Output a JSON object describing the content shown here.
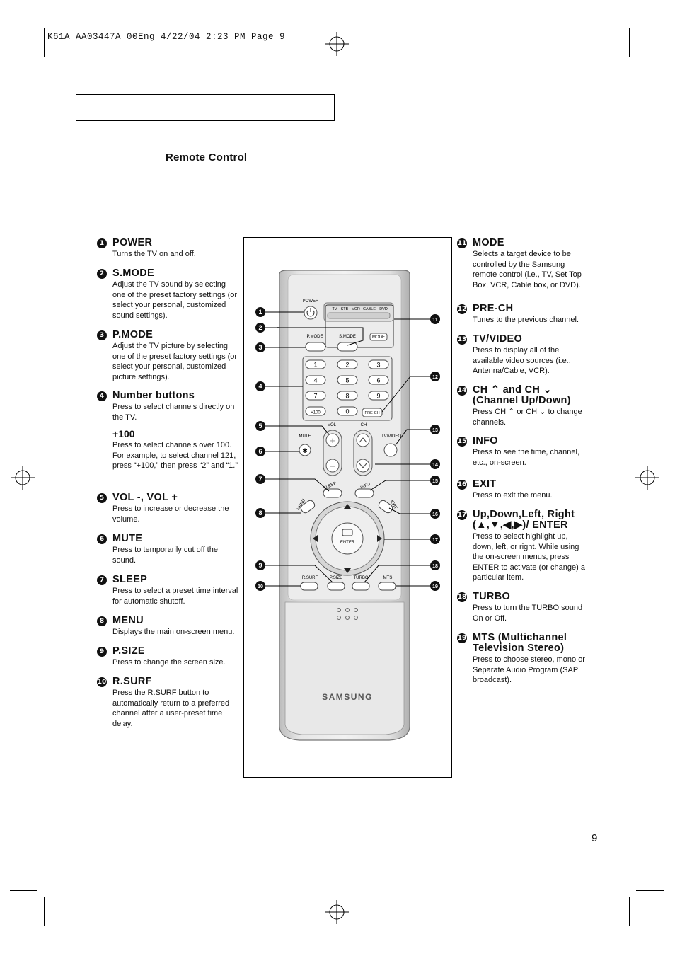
{
  "slug": "K61A_AA03447A_00Eng  4/22/04  2:23 PM  Page 9",
  "section_title": "Remote Control",
  "page_number": "9",
  "left_items": [
    {
      "n": "1",
      "title": "POWER",
      "desc": "Turns the TV on and off."
    },
    {
      "n": "2",
      "title": "S.MODE",
      "desc": "Adjust the TV sound by selecting one of the preset factory settings (or select your personal, customized sound settings)."
    },
    {
      "n": "3",
      "title": "P.MODE",
      "desc": "Adjust the TV picture by selecting one of the preset factory settings (or select your personal, customized picture settings)."
    },
    {
      "n": "4",
      "title": "Number buttons",
      "desc": "Press to select channels directly on the TV.",
      "sub": "+100",
      "subdesc": "Press to select channels over 100. For example, to select channel 121, press “+100,” then press “2” and “1.”"
    },
    {
      "n": "5",
      "title": "VOL -, VOL +",
      "desc": "Press to increase or decrease the volume."
    },
    {
      "n": "6",
      "title": "MUTE",
      "desc": "Press to temporarily cut off the sound."
    },
    {
      "n": "7",
      "title": "SLEEP",
      "desc": "Press to select a preset time interval for automatic shutoff."
    },
    {
      "n": "8",
      "title": "MENU",
      "desc": "Displays the main on-screen menu."
    },
    {
      "n": "9",
      "title": "P.SIZE",
      "desc": "Press to change the screen size."
    },
    {
      "n": "10",
      "title": "R.SURF",
      "desc": "Press the R.SURF button to automatically return to a preferred channel after a user-preset time delay."
    }
  ],
  "right_items": [
    {
      "n": "11",
      "title": "MODE",
      "desc": "Selects a target device to be controlled by the Samsung remote control (i.e., TV, Set Top Box, VCR, Cable box, or DVD)."
    },
    {
      "n": "12",
      "title": "PRE-CH",
      "desc": "Tunes to the previous channel."
    },
    {
      "n": "13",
      "title": "TV/VIDEO",
      "desc": "Press to display all of the available video sources (i.e., Antenna/Cable, VCR)."
    },
    {
      "n": "14",
      "title": "CH ⌃ and CH ⌄ (Channel Up/Down)",
      "desc": "Press CH ⌃ or CH ⌄ to change channels."
    },
    {
      "n": "15",
      "title": "INFO",
      "desc": "Press to see the time, channel, etc., on-screen."
    },
    {
      "n": "16",
      "title": "EXIT",
      "desc": "Press to exit the menu."
    },
    {
      "n": "17",
      "title": "Up,Down,Left, Right (▲,▼,◀,▶)/ ENTER",
      "desc": "Press to select highlight up, down, left, or right. While using the on-screen menus, press ENTER to activate (or change) a particular item."
    },
    {
      "n": "18",
      "title": "TURBO",
      "desc": "Press to turn the TURBO sound On or Off."
    },
    {
      "n": "19",
      "title": "MTS (Multichannel Television Stereo)",
      "desc": "Press to choose stereo, mono or Separate Audio Program (SAP broadcast)."
    }
  ],
  "remote": {
    "brand": "SAMSUNG",
    "power_label": "POWER",
    "mode_devices": [
      "TV",
      "STB",
      "VCR",
      "CABLE",
      "DVD"
    ],
    "pmode": "P.MODE",
    "smode": "S.MODE",
    "mode_btn": "MODE",
    "numbers": [
      "1",
      "2",
      "3",
      "4",
      "5",
      "6",
      "7",
      "8",
      "9",
      "+100",
      "0"
    ],
    "prech": "PRE-CH",
    "vol": "VOL",
    "ch": "CH",
    "mute": "MUTE",
    "tvvideo": "TV/VIDEO",
    "sleep": "SLEEP",
    "info": "INFO",
    "menu": "MENU",
    "exit": "EXIT",
    "enter": "ENTER",
    "rsurf": "R.SURF",
    "psize": "P.SIZE",
    "turbo": "TURBO",
    "mts": "MTS",
    "callouts_left": [
      "1",
      "2",
      "3",
      "4",
      "5",
      "6",
      "7",
      "8",
      "9",
      "10"
    ],
    "callouts_right": [
      "11",
      "12",
      "13",
      "14",
      "15",
      "16",
      "17",
      "18",
      "19"
    ]
  }
}
